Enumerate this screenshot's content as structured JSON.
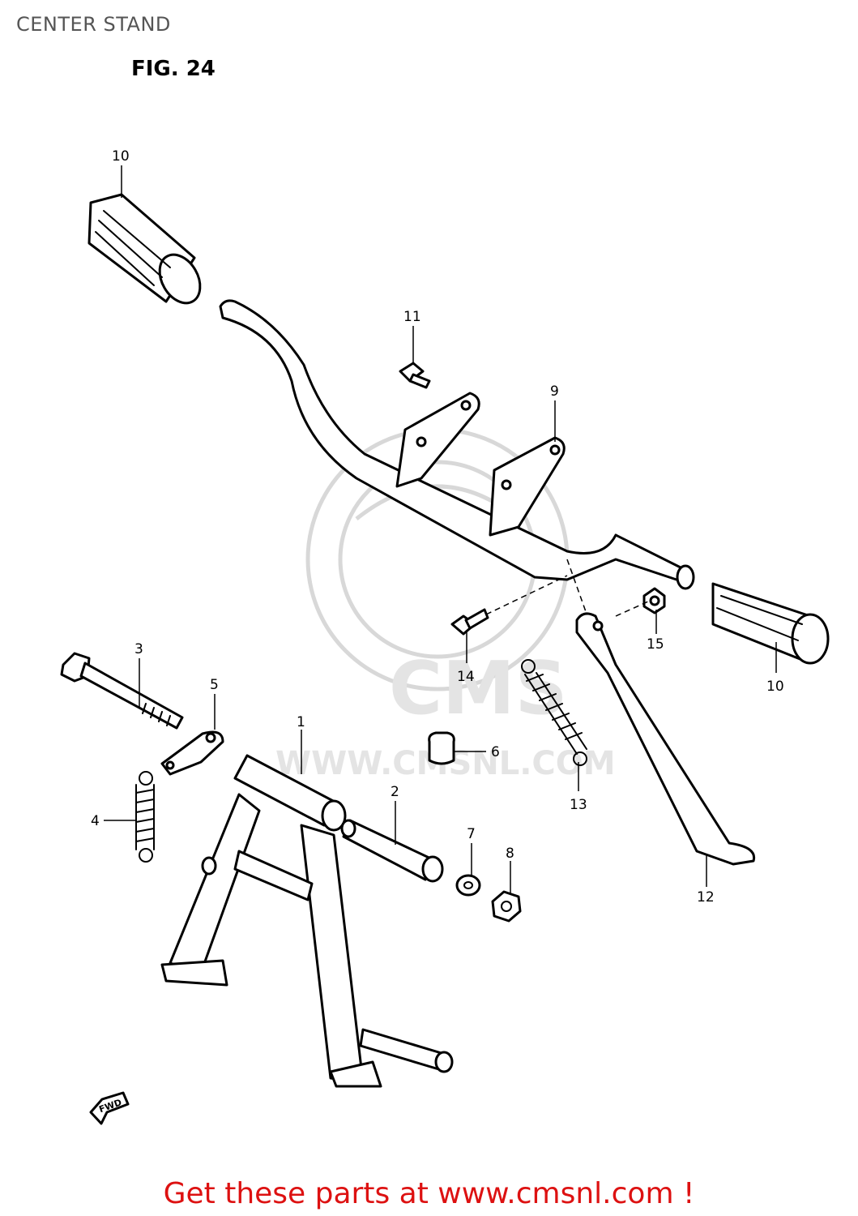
{
  "header": {
    "title": "CENTER STAND",
    "figure": "FIG. 24"
  },
  "watermark": {
    "text": "WWW.CMSNL.COM",
    "logo": "CMS"
  },
  "callouts": [
    {
      "id": "1",
      "label": "1"
    },
    {
      "id": "2",
      "label": "2"
    },
    {
      "id": "3",
      "label": "3"
    },
    {
      "id": "4",
      "label": "4"
    },
    {
      "id": "5",
      "label": "5"
    },
    {
      "id": "6",
      "label": "6"
    },
    {
      "id": "7",
      "label": "7"
    },
    {
      "id": "8",
      "label": "8"
    },
    {
      "id": "9",
      "label": "9"
    },
    {
      "id": "10a",
      "label": "10"
    },
    {
      "id": "10b",
      "label": "10"
    },
    {
      "id": "11",
      "label": "11"
    },
    {
      "id": "12",
      "label": "12"
    },
    {
      "id": "13",
      "label": "13"
    },
    {
      "id": "14",
      "label": "14"
    },
    {
      "id": "15",
      "label": "15"
    }
  ],
  "fwd_badge": "FWD",
  "footer": {
    "text": "Get these parts at www.cmsnl.com !",
    "color": "#dd1111"
  },
  "colors": {
    "line": "#000000",
    "watermark": "#d8d8d8",
    "title": "#555555"
  }
}
